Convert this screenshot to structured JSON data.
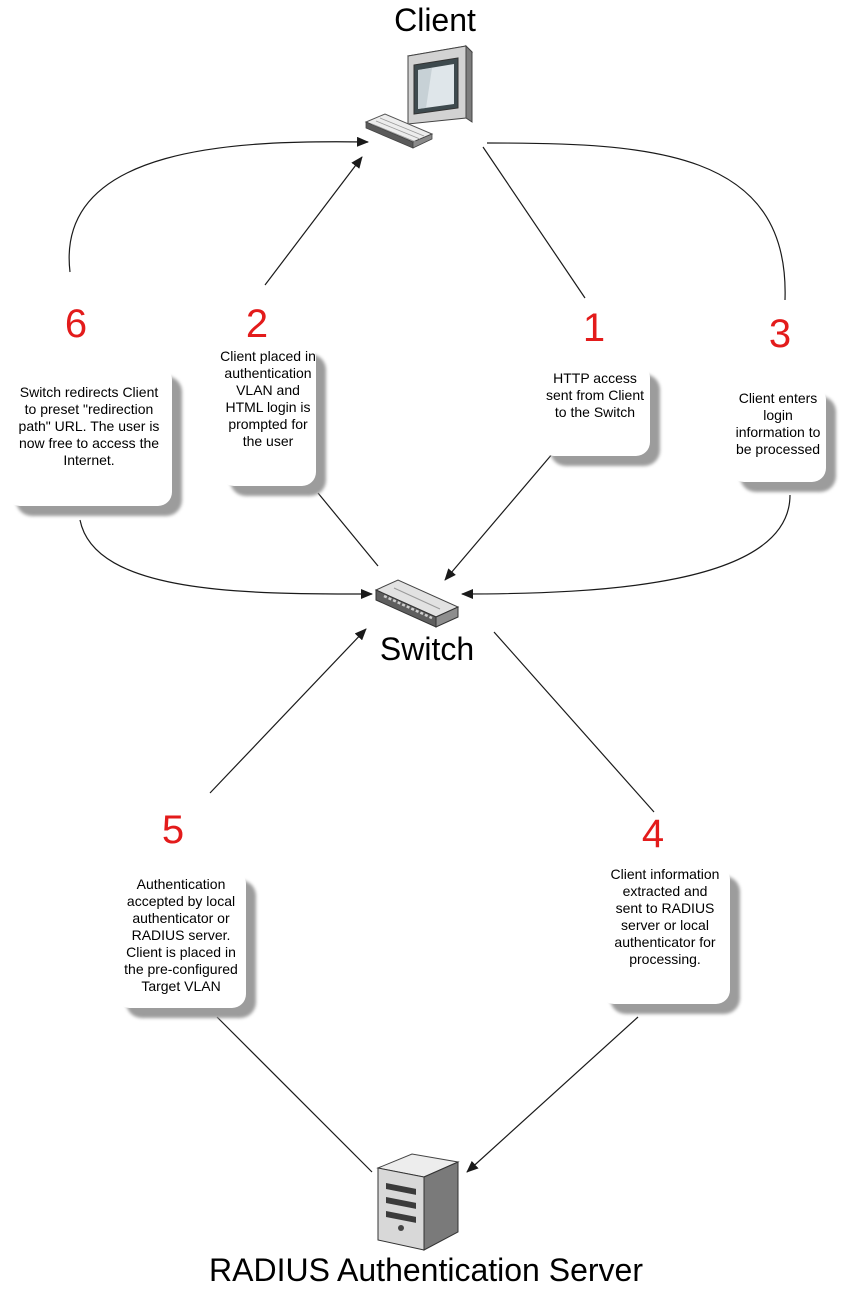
{
  "nodes": {
    "client": "Client",
    "switch": "Switch",
    "server": "RADIUS Authentication Server"
  },
  "steps": [
    {
      "number": "1",
      "text": "HTTP access sent from Client to the Switch"
    },
    {
      "number": "2",
      "text": "Client placed in authentication VLAN and HTML login is prompted for the user"
    },
    {
      "number": "3",
      "text": "Client enters login information to be processed"
    },
    {
      "number": "4",
      "text": "Client information extracted and sent to RADIUS server or local authenticator for processing."
    },
    {
      "number": "5",
      "text": "Authentication accepted by local authenticator or RADIUS server. Client is placed in the pre-configured Target VLAN"
    },
    {
      "number": "6",
      "text": "Switch redirects Client to preset \"redirection path\" URL. The user is now free to access the Internet."
    }
  ],
  "colors": {
    "step_number": "#e31b1b",
    "line": "#1a1a1a",
    "shadow": "#9c9c9c"
  }
}
